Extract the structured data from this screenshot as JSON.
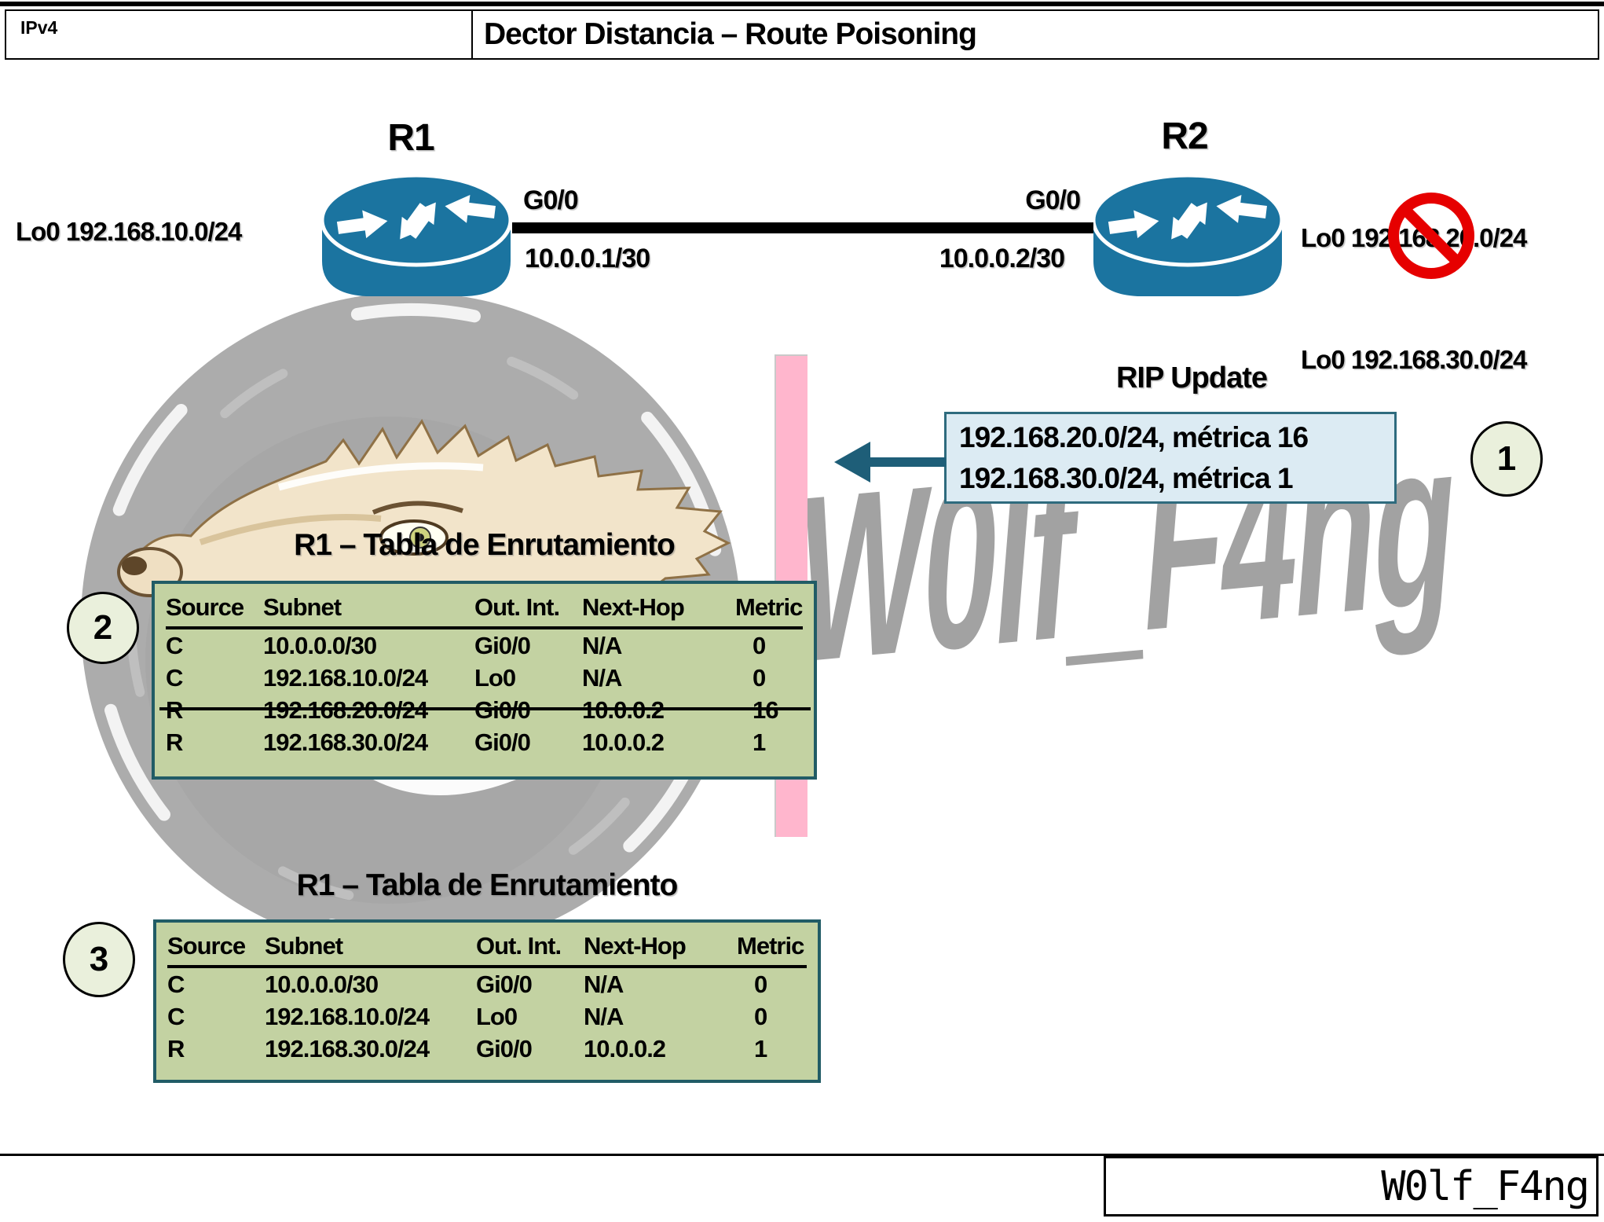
{
  "header": {
    "tag": "IPv4",
    "title": "Dector Distancia – Route Poisoning"
  },
  "topology": {
    "r1": {
      "name": "R1",
      "loopback": "Lo0 192.168.10.0/24",
      "iface": "G0/0",
      "ip": "10.0.0.1/30"
    },
    "r2": {
      "name": "R2",
      "iface": "G0/0",
      "ip": "10.0.0.2/30",
      "loopback_down": "Lo0 192.168.20.0/24",
      "loopback_up": "Lo0 192.168.30.0/24"
    }
  },
  "rip_update": {
    "step": "1",
    "title": "RIP Update",
    "lines": [
      "192.168.20.0/24, métrica 16",
      "192.168.30.0/24, métrica 1"
    ]
  },
  "tables": [
    {
      "step": "2",
      "title": "R1 – Tabla de Enrutamiento",
      "headers": [
        "Source",
        "Subnet",
        "Out. Int.",
        "Next-Hop",
        "Metric"
      ],
      "rows": [
        {
          "struck": false,
          "cells": [
            "C",
            "10.0.0.0/30",
            "Gi0/0",
            "N/A",
            "0"
          ]
        },
        {
          "struck": false,
          "cells": [
            "C",
            "192.168.10.0/24",
            "Lo0",
            "N/A",
            "0"
          ]
        },
        {
          "struck": true,
          "cells": [
            "R",
            "192.168.20.0/24",
            "Gi0/0",
            "10.0.0.2",
            "16"
          ]
        },
        {
          "struck": false,
          "cells": [
            "R",
            "192.168.30.0/24",
            "Gi0/0",
            "10.0.0.2",
            "1"
          ]
        }
      ]
    },
    {
      "step": "3",
      "title": "R1 – Tabla de Enrutamiento",
      "headers": [
        "Source",
        "Subnet",
        "Out. Int.",
        "Next-Hop",
        "Metric"
      ],
      "rows": [
        {
          "struck": false,
          "cells": [
            "C",
            "10.0.0.0/30",
            "Gi0/0",
            "N/A",
            "0"
          ]
        },
        {
          "struck": false,
          "cells": [
            "C",
            "192.168.10.0/24",
            "Lo0",
            "N/A",
            "0"
          ]
        },
        {
          "struck": false,
          "cells": [
            "R",
            "192.168.30.0/24",
            "Gi0/0",
            "10.0.0.2",
            "1"
          ]
        }
      ]
    }
  ],
  "watermark": {
    "text": "W0lf_F4ng"
  },
  "footer": {
    "credit": "W0lf_F4ng"
  },
  "colors": {
    "router_blue": "#1B74A0",
    "table_green": "#C3D2A2",
    "table_border_teal": "#215C66",
    "rip_box_fill": "#DCEBF3",
    "rip_box_border": "#2E6B7E",
    "arrow_teal": "#1E5E78",
    "barrier_pink": "#FFB6CD",
    "no_sign_red": "#E60000",
    "step_circle_fill": "#EAF0DC",
    "watermark_gray": "#A2A2A2"
  }
}
